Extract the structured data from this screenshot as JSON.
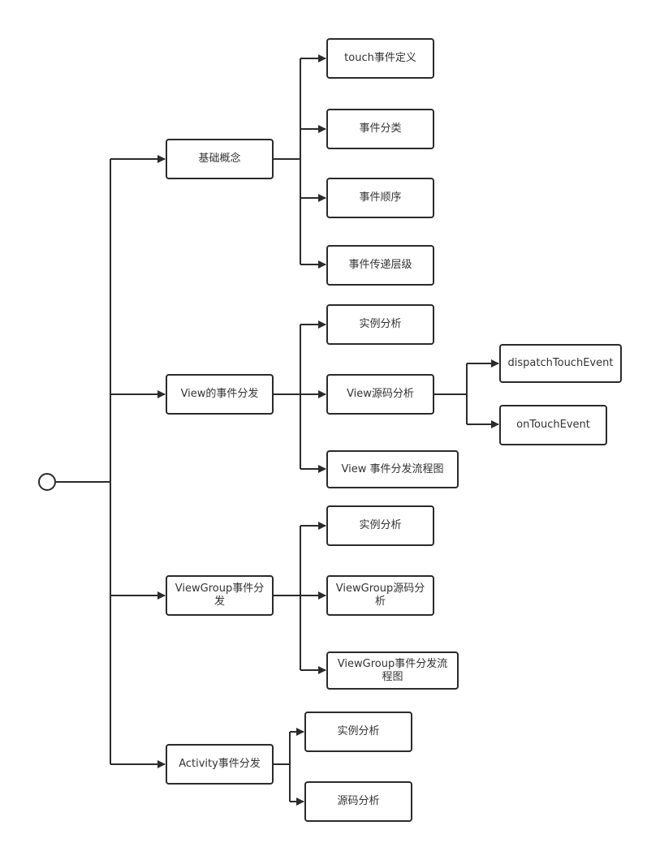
{
  "colors": {
    "line": "#2b2b2b",
    "text": "#333333",
    "box_bg": "#ffffff"
  },
  "root": {
    "shape": "circle"
  },
  "level1": [
    {
      "id": "basic",
      "label": "基础概念"
    },
    {
      "id": "view",
      "label": "View的事件分发"
    },
    {
      "id": "viewgroup",
      "label": "ViewGroup事件分发"
    },
    {
      "id": "activity",
      "label": "Activity事件分发"
    }
  ],
  "basic_children": [
    {
      "label": "touch事件定义"
    },
    {
      "label": "事件分类"
    },
    {
      "label": "事件顺序"
    },
    {
      "label": "事件传递层级"
    }
  ],
  "view_children": [
    {
      "label": "实例分析"
    },
    {
      "label": "View源码分析"
    },
    {
      "label": "View 事件分发流程图"
    }
  ],
  "view_source_children": [
    {
      "label": "dispatchTouchEvent"
    },
    {
      "label": "onTouchEvent"
    }
  ],
  "viewgroup_children": [
    {
      "label": "实例分析"
    },
    {
      "label": "ViewGroup源码分析"
    },
    {
      "label": "ViewGroup事件分发流程图"
    }
  ],
  "activity_children": [
    {
      "label": "实例分析"
    },
    {
      "label": "源码分析"
    }
  ]
}
